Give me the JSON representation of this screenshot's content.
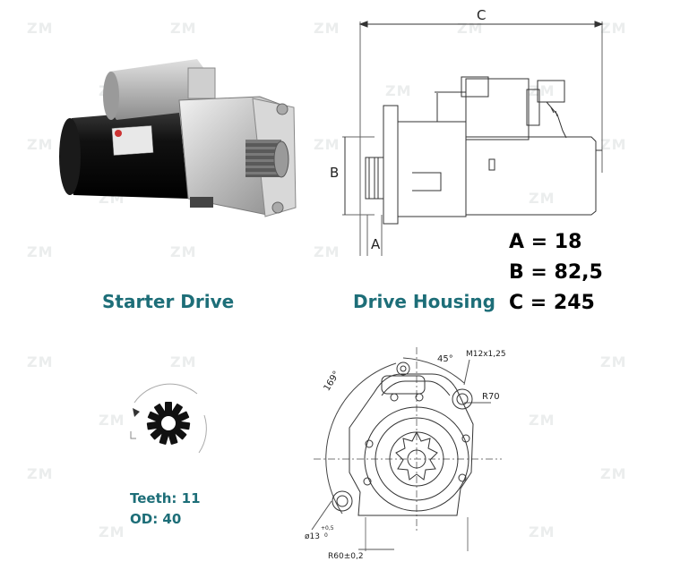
{
  "watermark": "ZM",
  "headings": {
    "starter_drive": "Starter Drive",
    "drive_housing": "Drive Housing"
  },
  "dimensions": {
    "a": "A = 18",
    "b": "B = 82,5",
    "c": "C = 245"
  },
  "side_view_labels": {
    "a": "A",
    "b": "B",
    "c": "C"
  },
  "drive_specs": {
    "teeth": "Teeth: 11",
    "od": "OD: 40"
  },
  "housing_drawing_labels": {
    "angle_169": "169°",
    "angle_45": "45°",
    "thread": "M12x1,25",
    "radius_70": "R70",
    "hole": "ø13",
    "hole_tol_upper": "+0,5",
    "hole_tol_lower": "0",
    "radius_60": "R60±0,2"
  },
  "colors": {
    "accent_teal": "#1d6e78",
    "line": "#333333",
    "watermark": "#e9ecec"
  }
}
